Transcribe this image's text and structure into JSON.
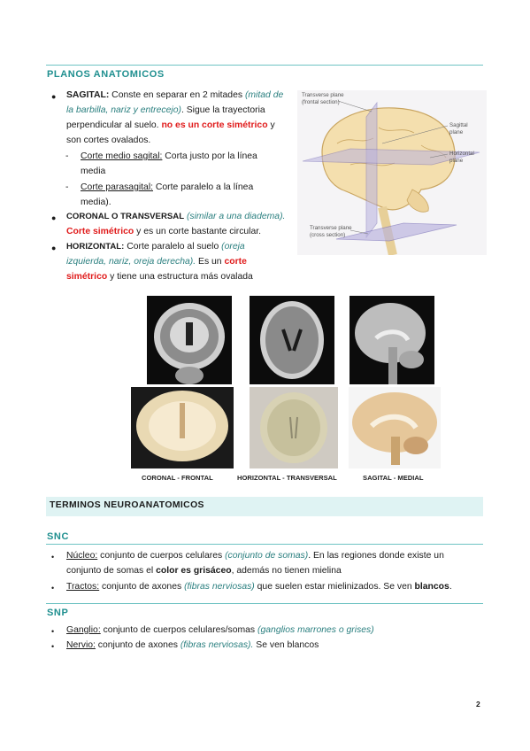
{
  "planos": {
    "title": "PLANOS ANATOMICOS",
    "sagital_label": "SAGITAL:",
    "sagital_l1": " Conste en separar en 2 mitades ",
    "sagital_it1": "(mitad de",
    "sagital_it2": "la barbilla, nariz y entrecejo)",
    "sagital_l2": ". Sigue la trayectoria",
    "sagital_l3a": "perpendicular al suelo. ",
    "sagital_red": "no es un corte simétrico",
    "sagital_l3b": " y",
    "sagital_l4": "son cortes ovalados.",
    "medio_u": "Corte medio sagital:",
    "medio_t1": " Corta justo por la línea",
    "medio_t2": "media",
    "para_u": "Corte parasagital:",
    "para_t1": " Corte paralelo a la línea",
    "para_t2": "media).",
    "coronal_label": "CORONAL O TRANSVERSAL",
    "coronal_it": " (similar a una diadema).",
    "coronal_red": "Corte simétrico",
    "coronal_t": " y es un corte bastante circular.",
    "horiz_label": "HORIZONTAL:",
    "horiz_t1": " Corte paralelo al suelo ",
    "horiz_it1": "(oreja",
    "horiz_it2": "izquierda, nariz, oreja derecha).",
    "horiz_t2": " Es un ",
    "horiz_red1": "corte",
    "horiz_red2": "simétrico",
    "horiz_t3": " y tiene una estructura más ovalada"
  },
  "diagram": {
    "label_transverse_top": "Transverse plane",
    "label_transverse_top2": "(frontal section)",
    "label_sagittal": "Sagittal",
    "label_sagittal2": "plane",
    "label_horizontal": "Horizontal",
    "label_horizontal2": "plane",
    "label_transverse_bottom": "Transverse plane",
    "label_transverse_bottom2": "(cross section)"
  },
  "captions": {
    "coronal": "CORONAL - FRONTAL",
    "horizontal": "HORIZONTAL - TRANSVERSAL",
    "sagital": "SAGITAL - MEDIAL"
  },
  "terminos": {
    "title": "TERMINOS NEUROANATOMICOS"
  },
  "snc": {
    "title": "SNC",
    "nucleo_u": "Núcleo:",
    "nucleo_t1": " conjunto de cuerpos celulares ",
    "nucleo_it": "(conjunto de somas)",
    "nucleo_t2": ". En las regiones donde existe un",
    "nucleo_l2a": "conjunto de somas el ",
    "nucleo_b": "color es grisáceo",
    "nucleo_l2b": ", además no tienen mielina",
    "tractos_u": "Tractos:",
    "tractos_t1": "  conjunto de axones ",
    "tractos_it": "(fibras nerviosas)",
    "tractos_t2": " que suelen estar mielinizados. Se ven ",
    "tractos_b": "blancos",
    "tractos_t3": "."
  },
  "snp": {
    "title": "SNP",
    "ganglio_u": "Ganglio:",
    "ganglio_t": " conjunto de cuerpos celulares/somas ",
    "ganglio_it": "(ganglios marrones o grises)",
    "nervio_u": "Nervio:",
    "nervio_t": "  conjunto de axones ",
    "nervio_it": "(fibras nerviosas).",
    "nervio_t2": " Se ven blancos"
  },
  "page_number": "2",
  "colors": {
    "accent": "#1f8f8f",
    "red": "#e01b1b",
    "rule": "#6fc3c3",
    "band": "#dff3f3"
  }
}
